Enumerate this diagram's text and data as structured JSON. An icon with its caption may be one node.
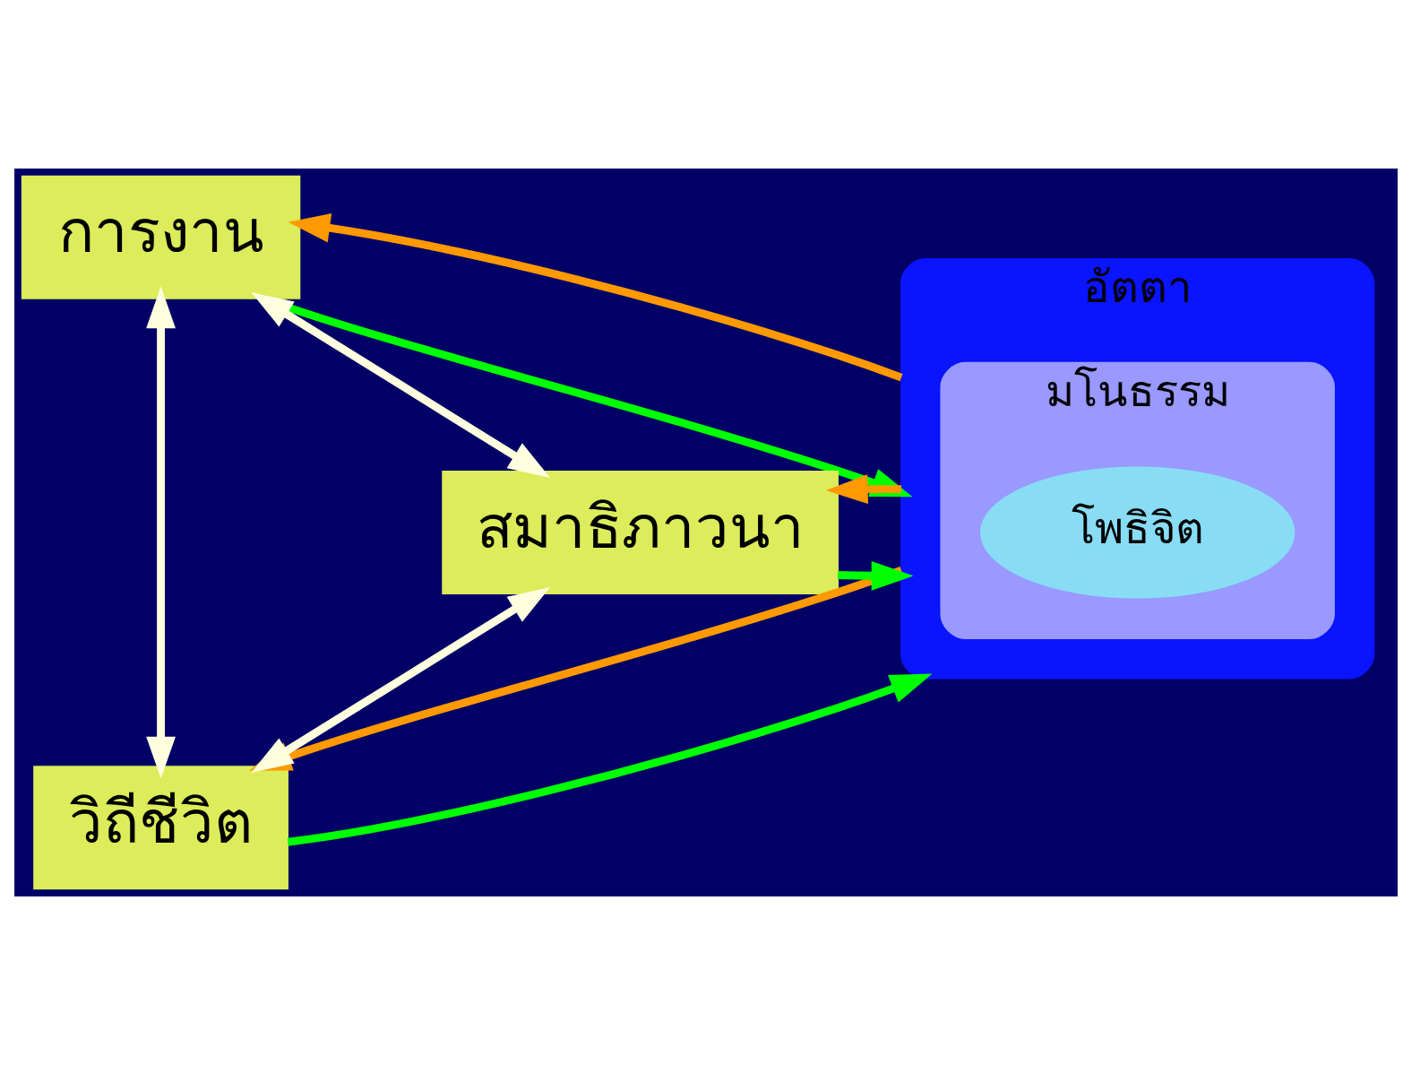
{
  "diagram": {
    "nodes": [
      {
        "text": [
          "อัตตา"
        ]
      },
      {
        "text": [
          "มโนธรรม"
        ],
        "in": 0
      },
      {
        "text": [
          "โพธิจิต"
        ],
        "in": 1
      },
      {
        "text": [
          "การงาน"
        ]
      },
      {
        "text": [
          "วิถีชีวิต"
        ]
      },
      {
        "text": [
          "สมาธิภาวนา"
        ]
      }
    ],
    "edges": [
      {
        "from": 4,
        "to": 3,
        "arrow": "both",
        "color": "#ffffe0"
      },
      {
        "from": 3,
        "to": 0,
        "arrow": "to",
        "color": "#00ff00"
      },
      {
        "from": 0,
        "to": 3,
        "arrow": "to",
        "color": "#ff9900"
      },
      {
        "from": 4,
        "to": 0,
        "arrow": "to",
        "color": "#00ff00"
      },
      {
        "from": 0,
        "to": 4,
        "arrow": "to",
        "color": "#ff9900"
      },
      {
        "from": 3,
        "to": 5,
        "arrow": "both",
        "color": "#ffffe0"
      },
      {
        "from": 5,
        "to": 0,
        "arrow": "to",
        "color": "#00ff00"
      },
      {
        "from": 0,
        "to": 5,
        "arrow": "to",
        "color": "#ff9900"
      },
      {
        "from": 4,
        "to": 5,
        "arrow": "both",
        "color": "#ffffe0"
      }
    ]
  }
}
